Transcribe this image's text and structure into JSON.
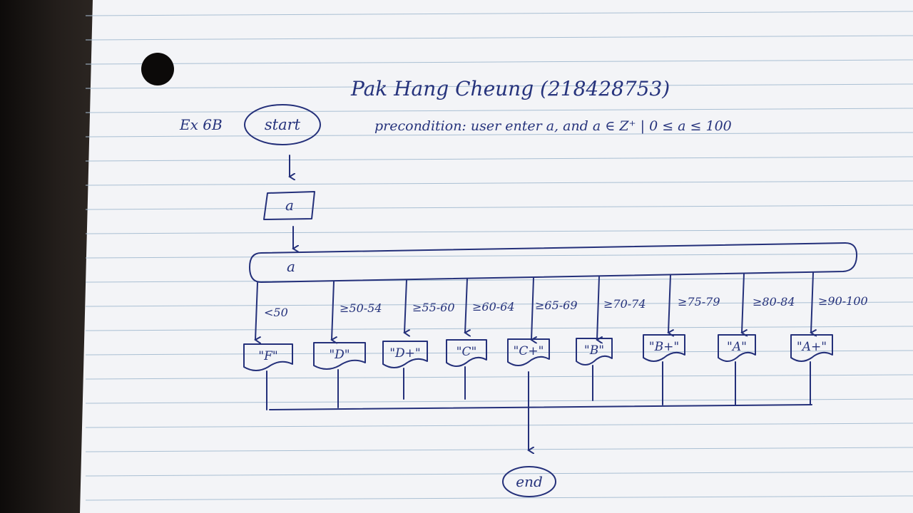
{
  "header": {
    "author": "Pak Hang Cheung (218428753)",
    "exercise": "Ex 6B",
    "precondition": "precondition: user enter a, and a ∈ Z⁺ | 0 ≤ a ≤ 100"
  },
  "flow": {
    "start": "start",
    "input": "a",
    "decision": "a",
    "end": "end"
  },
  "branches": [
    {
      "condition": "<50",
      "output": "\"F\""
    },
    {
      "condition": "≥50-54",
      "output": "\"D\""
    },
    {
      "condition": "≥55-60",
      "output": "\"D+\""
    },
    {
      "condition": "≥60-64",
      "output": "\"C\""
    },
    {
      "condition": "≥65-69",
      "output": "\"C+\""
    },
    {
      "condition": "≥70-74",
      "output": "\"B\""
    },
    {
      "condition": "≥75-79",
      "output": "\"B+\""
    },
    {
      "condition": "≥80-84",
      "output": "\"A\""
    },
    {
      "condition": "≥90-100",
      "output": "\"A+\""
    }
  ],
  "colors": {
    "ink": "#24307a",
    "paper": "#f3f4f7",
    "rule": "#a9bfd3"
  }
}
